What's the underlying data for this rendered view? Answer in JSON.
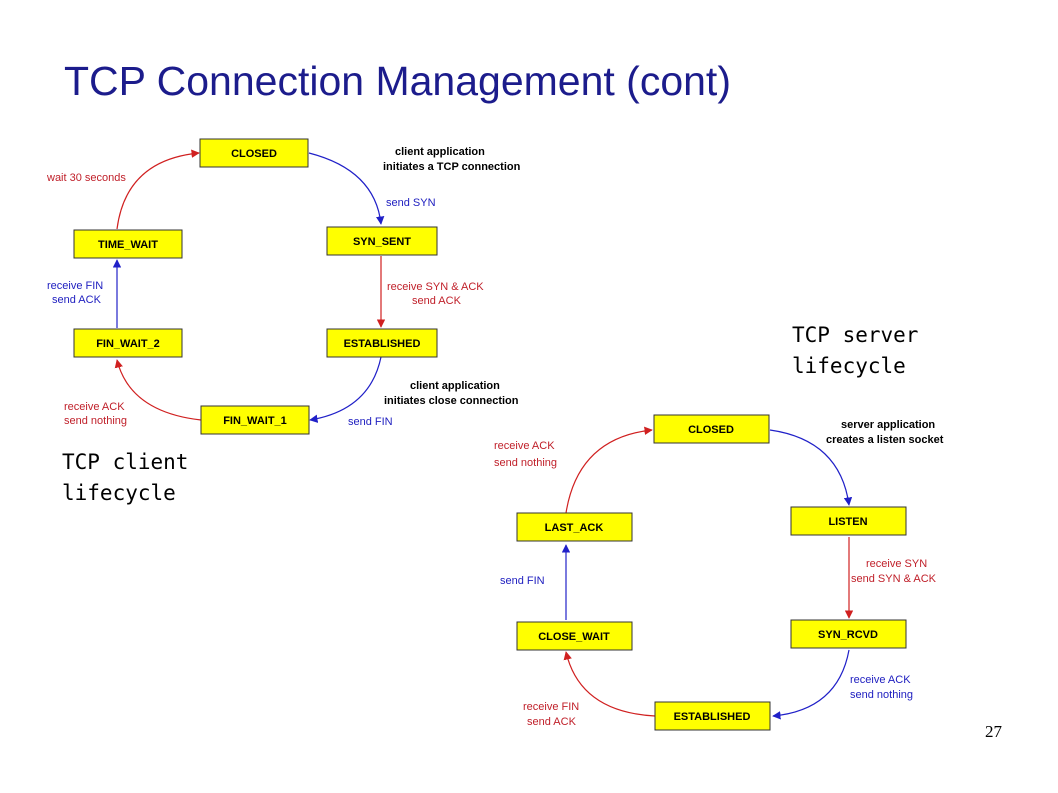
{
  "title": "TCP Connection Management (cont)",
  "page_number": "27",
  "colors": {
    "state_fill": "#ffff00",
    "title": "#1c1c8c",
    "red_arrow": "#d02020",
    "blue_arrow": "#2020c8"
  },
  "client": {
    "caption": [
      "TCP client",
      "lifecycle"
    ],
    "states": {
      "closed": "CLOSED",
      "syn_sent": "SYN_SENT",
      "established": "ESTABLISHED",
      "fin_wait_1": "FIN_WAIT_1",
      "fin_wait_2": "FIN_WAIT_2",
      "time_wait": "TIME_WAIT"
    },
    "notes": {
      "connect": [
        "client application",
        "initiates a TCP connection"
      ],
      "close": [
        "client application",
        "initiates close connection"
      ]
    },
    "transitions": {
      "send_syn": "send SYN",
      "recv_synack": [
        "receive SYN & ACK",
        "send ACK"
      ],
      "send_fin": "send FIN",
      "recv_ack": [
        "receive  ACK",
        "send nothing"
      ],
      "recv_fin": [
        "receive FIN",
        "send ACK"
      ],
      "wait": "wait 30 seconds"
    }
  },
  "server": {
    "caption": [
      "TCP server",
      "lifecycle"
    ],
    "states": {
      "closed": "CLOSED",
      "listen": "LISTEN",
      "syn_rcvd": "SYN_RCVD",
      "established": "ESTABLISHED",
      "close_wait": "CLOSE_WAIT",
      "last_ack": "LAST_ACK"
    },
    "notes": {
      "listen": [
        "server application",
        "creates a listen socket"
      ]
    },
    "transitions": {
      "recv_syn": [
        "receive SYN",
        "send SYN & ACK"
      ],
      "recv_ack": [
        "receive  ACK",
        "send nothing"
      ],
      "recv_fin": [
        "receive FIN",
        "send ACK"
      ],
      "send_fin": "send FIN",
      "last_ack_recv": [
        "receive  ACK",
        "send nothing"
      ]
    }
  }
}
